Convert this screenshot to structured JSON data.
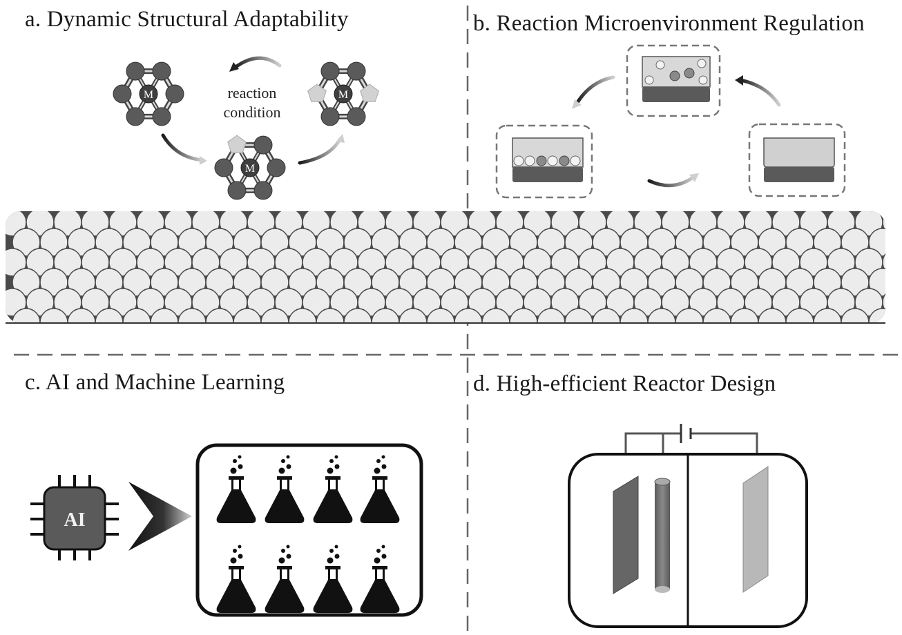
{
  "panels": {
    "a": {
      "title": "a. Dynamic Structural Adaptability",
      "center_label_1": "reaction",
      "center_label_2": "condition",
      "metal_label": "M"
    },
    "b": {
      "title": "b. Reaction Microenvironment Regulation"
    },
    "c": {
      "title": "c. AI and Machine Learning",
      "chip_label": "AI"
    },
    "d": {
      "title": "d. High-efficient Reactor Design"
    }
  },
  "colors": {
    "dark": "#5a5a5a",
    "mid": "#9a9a9a",
    "light": "#d2d2d2",
    "sphere": "#ececec",
    "black": "#111111",
    "dash": "#666666"
  },
  "icons": [
    "hexagon-molecule-icon",
    "curved-arrow-icon",
    "catalyst-cell-icon",
    "sphere-bed",
    "ai-chip-icon",
    "arrow-icon",
    "flask-icon",
    "electrochemical-cell-icon"
  ]
}
